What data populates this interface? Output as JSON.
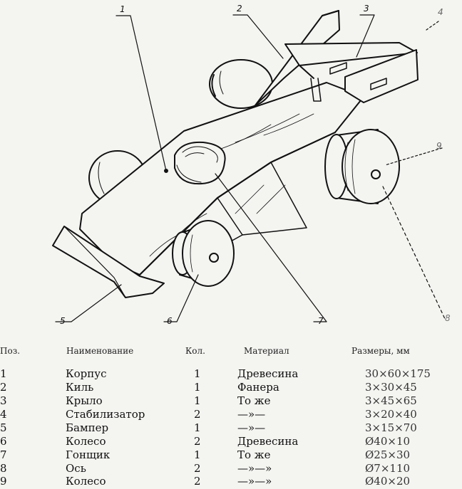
{
  "callouts": [
    "1",
    "2",
    "3",
    "4",
    "5",
    "6",
    "7",
    "8",
    "9"
  ],
  "headers": {
    "pos": "Поз.",
    "name": "Наименование",
    "qty": "Кол.",
    "material": "Материал",
    "size": "Размеры, мм"
  },
  "rows": [
    {
      "pos": "1",
      "name": "Корпус",
      "qty": "1",
      "material": "Древесина",
      "size": "30×60×175"
    },
    {
      "pos": "2",
      "name": "Киль",
      "qty": "1",
      "material": "Фанера",
      "size": "3×30×45"
    },
    {
      "pos": "3",
      "name": "Крыло",
      "qty": "1",
      "material": "То же",
      "size": "3×45×65"
    },
    {
      "pos": "4",
      "name": "Стабилизатор",
      "qty": "2",
      "material": "—»—",
      "size": "3×20×40"
    },
    {
      "pos": "5",
      "name": "Бампер",
      "qty": "1",
      "material": "—»—",
      "size": "3×15×70"
    },
    {
      "pos": "6",
      "name": "Колесо",
      "qty": "2",
      "material": "Древесина",
      "size": "Ø40×10"
    },
    {
      "pos": "7",
      "name": "Гонщик",
      "qty": "1",
      "material": "То же",
      "size": "Ø25×30"
    },
    {
      "pos": "8",
      "name": "Ось",
      "qty": "2",
      "material": "—»—»",
      "size": "Ø7×110"
    },
    {
      "pos": "9",
      "name": "Колесо",
      "qty": "2",
      "material": "—»—»",
      "size": "Ø40×20"
    }
  ]
}
